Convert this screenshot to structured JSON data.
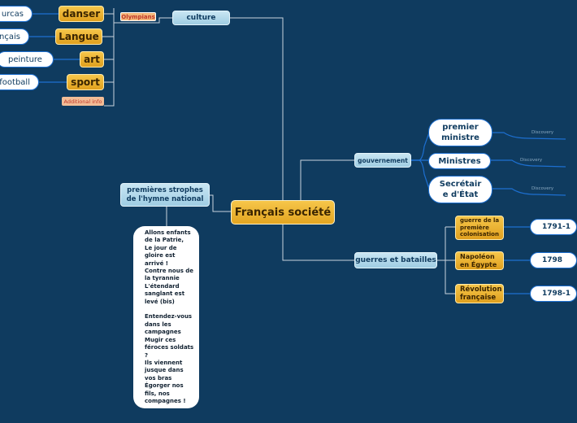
{
  "central": "Français société",
  "branches": {
    "culture": {
      "label": "culture",
      "tag": "Olympians",
      "items": [
        "danser",
        "Langue",
        "art",
        "sport"
      ],
      "leaves": [
        "urcas",
        "nçais",
        "peinture",
        "football"
      ],
      "additional": "Additional info"
    },
    "gouvernement": {
      "label": "gouvernement",
      "items": [
        "premier ministre",
        "Ministres",
        "Secrétair e d'État"
      ],
      "discovery": [
        "Discovery",
        "Discovery",
        "Discovery"
      ]
    },
    "guerres": {
      "label": "guerres et batailles",
      "items": [
        "guerre de la première colonisation",
        "Napoléon en Égypte",
        "Révolution française"
      ],
      "dates": [
        "1791-1",
        "1798",
        "1798-1"
      ]
    },
    "hymne": {
      "label": "premières strophes de l'hymne national",
      "text": "Allons enfants de la Patrie,\nLe jour de gloire est arrivé !\nContre nous de la tyrannie\nL'étendard sanglant est levé (bis)\n\nEntendez-vous dans les campagnes\nMugir ces féroces soldats ?\nIls viennent jusque dans vos bras\nÉgorger nos fils, nos compagnes !"
    }
  },
  "colors": {
    "background": "#0f3b5f",
    "link": "#1d6fd0",
    "trunk": "#c8d3dc",
    "orange": "#f0b431",
    "blue": "#b6dcee"
  }
}
